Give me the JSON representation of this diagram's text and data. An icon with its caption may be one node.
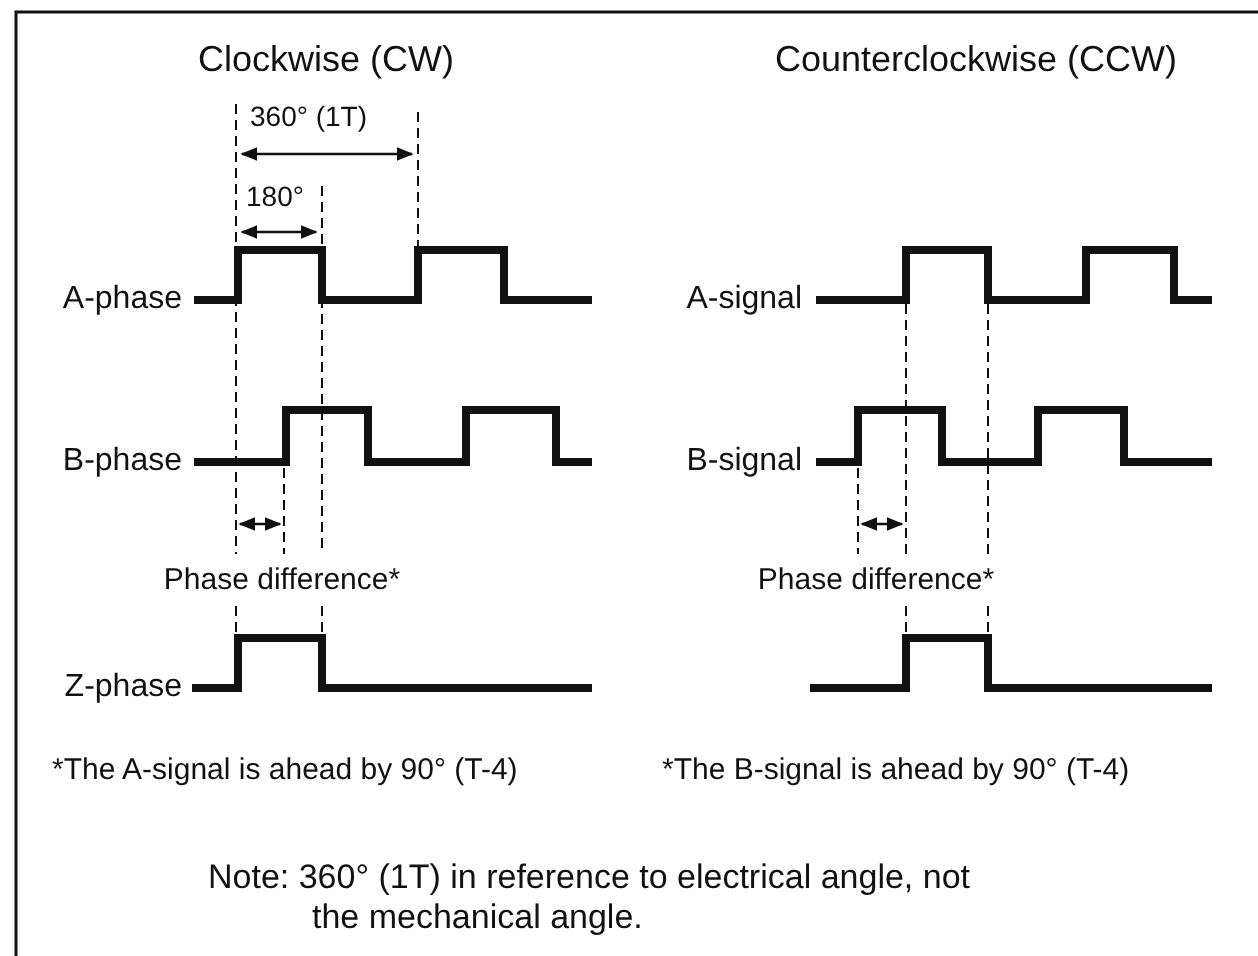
{
  "diagram": {
    "labels": [
      "Clockwise (CW)",
      "Counterclockwise (CCW)",
      "360° (1T)",
      "180°",
      "A-phase",
      "A-signal",
      "B-phase",
      "B-signal",
      "Phase difference*",
      "Phase difference*",
      "Z-phase",
      "*The A-signal is ahead by 90° (T-4)",
      "*The B-signal is ahead by 90° (T-4)",
      "Note: 360° (1T) in reference to electrical angle, not the mechanical angle."
    ]
  }
}
